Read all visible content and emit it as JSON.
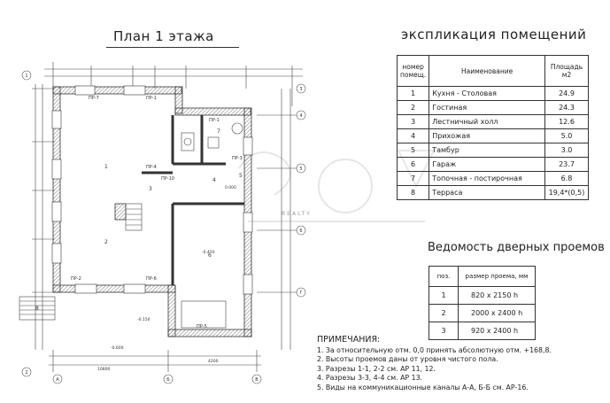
{
  "plan": {
    "title": "План 1 этажа",
    "room_numbers": [
      "1",
      "2",
      "3",
      "4",
      "5",
      "6",
      "7",
      "8"
    ],
    "door_labels": [
      "ПР-7",
      "ПР-1",
      "ПР-1",
      "ПР-3",
      "ПР-6",
      "ПР-4",
      "ПР-2",
      "ПР-10",
      "ПР-5"
    ],
    "level_marks": [
      "0.000",
      "-0.150",
      "-0.450",
      "-0.600"
    ],
    "overall_dims": [
      "10800",
      "4200"
    ],
    "grid_axes": [
      "1",
      "2",
      "3",
      "4",
      "5",
      "6",
      "А",
      "Б",
      "В",
      "Г"
    ]
  },
  "explication": {
    "title": "экспликация помещений",
    "headers": {
      "num": "номер помещ.",
      "name": "Наименование",
      "area": "Площадь м2"
    },
    "rows": [
      {
        "num": "1",
        "name": "Кухня - Столовая",
        "area": "24.9"
      },
      {
        "num": "2",
        "name": "Гостиная",
        "area": "24.3"
      },
      {
        "num": "3",
        "name": "Лестничный холл",
        "area": "12.6"
      },
      {
        "num": "4",
        "name": "Прихожая",
        "area": "5.0"
      },
      {
        "num": "5",
        "name": "Тамбур",
        "area": "3.0"
      },
      {
        "num": "6",
        "name": "Гараж",
        "area": "23.7"
      },
      {
        "num": "7",
        "name": "Топочная - постирочная",
        "area": "6.8"
      },
      {
        "num": "8",
        "name": "Терраса",
        "area": "19,4*(0,5)"
      }
    ]
  },
  "doors": {
    "title": "Ведомость дверных проемов",
    "headers": {
      "num": "поз.",
      "size": "размер проема, мм"
    },
    "rows": [
      {
        "num": "1",
        "size": "820 x 2150 h"
      },
      {
        "num": "2",
        "size": "2000 x 2400 h"
      },
      {
        "num": "3",
        "size": "920 x 2400 h"
      }
    ]
  },
  "notes": {
    "title": "ПРИМЕЧАНИЯ:",
    "items": [
      "1. За относительную отм. 0,0 принять абсолютную отм. +168,8.",
      "2. Высоты проемов даны от уровня чистого пола.",
      "3. Разрезы 1-1, 2-2 см. АР 11, 12.",
      "4. Разрезы 3-3, 4-4 см. АР 13.",
      "5. Виды на коммуникационные каналы А-А, Б-Б см. АР-16."
    ]
  },
  "watermark": {
    "text": "REALTY"
  },
  "colors": {
    "line": "#222222",
    "wall": "#555555",
    "hatch": "#888888"
  }
}
